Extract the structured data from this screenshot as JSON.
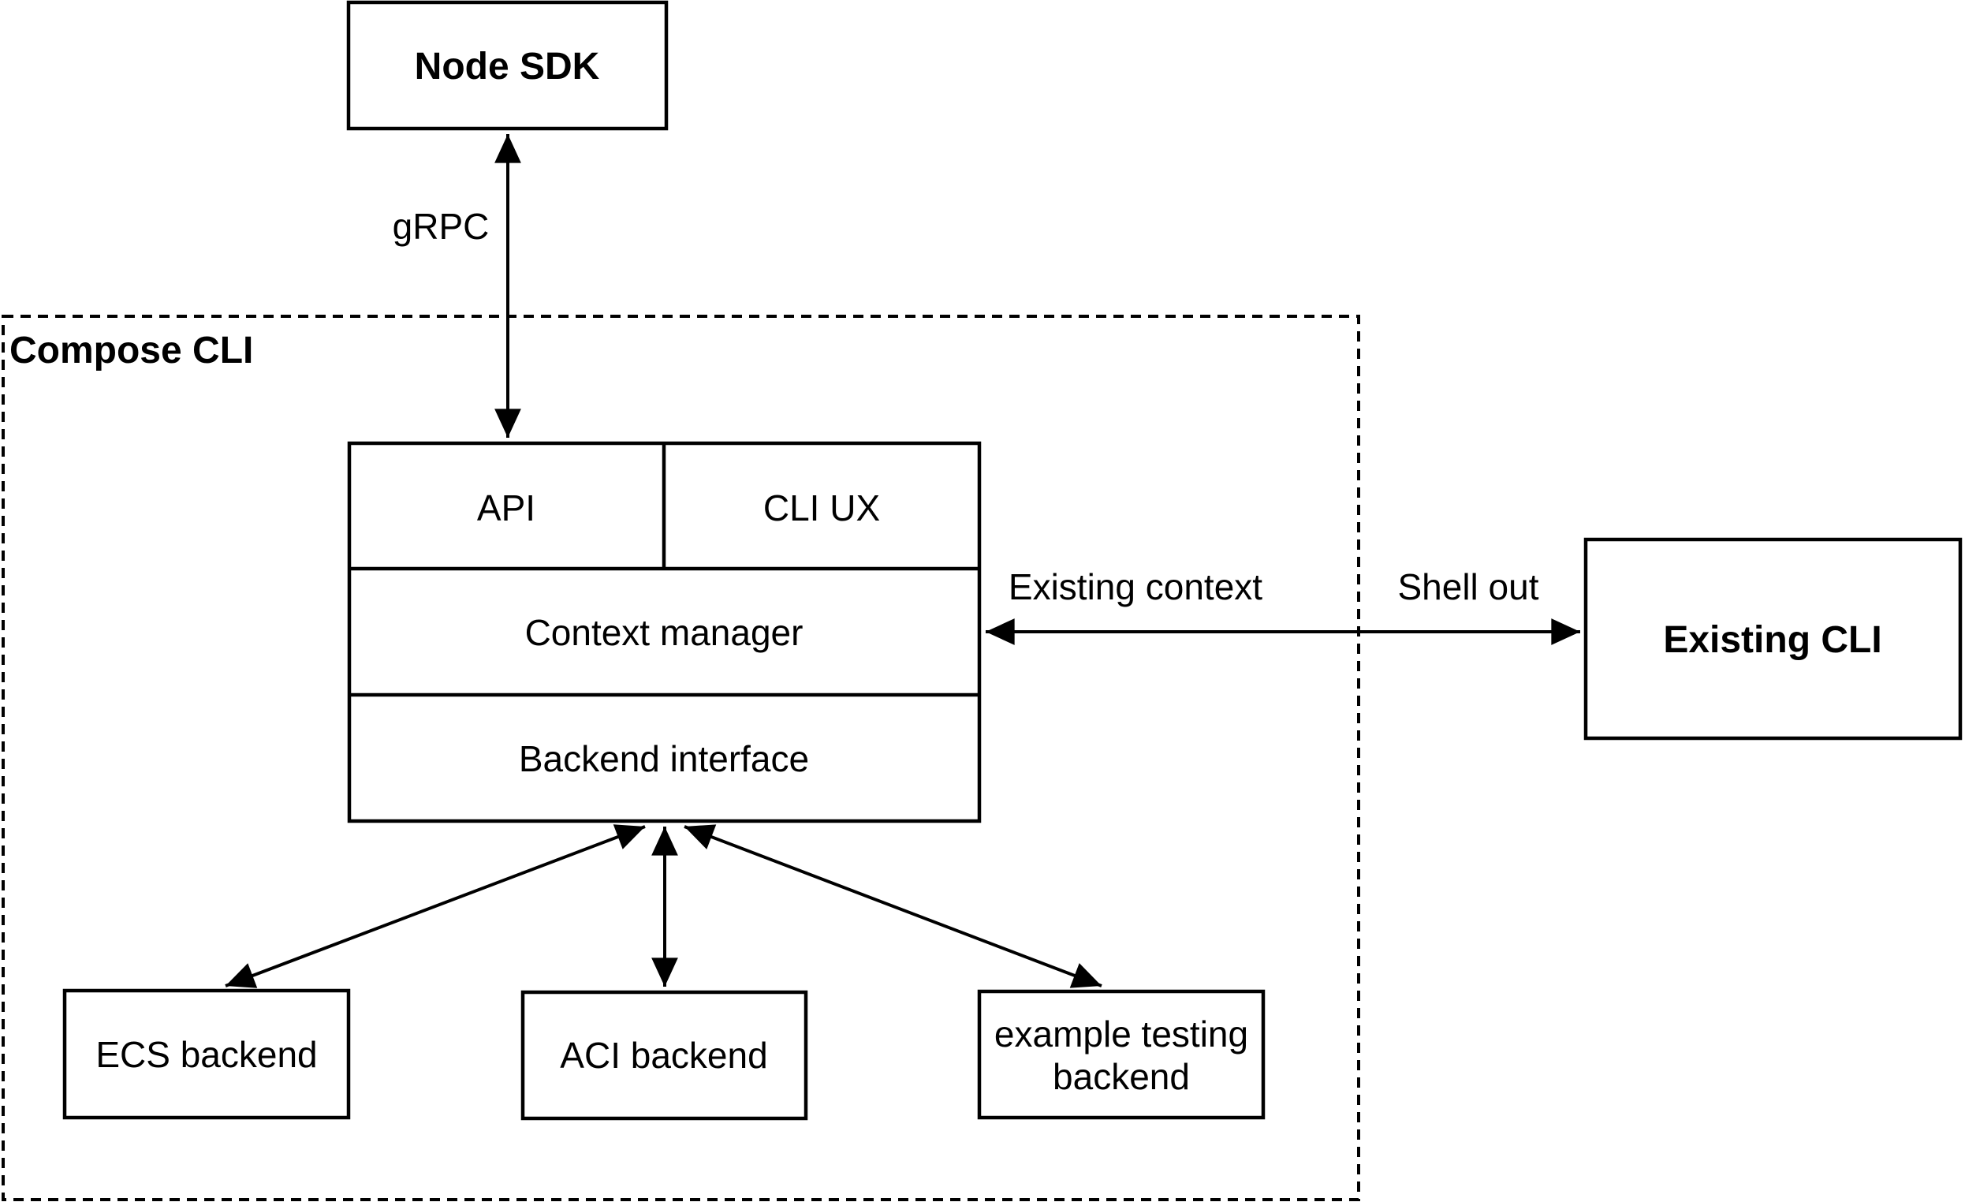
{
  "diagram": {
    "background_color": "#ffffff",
    "stroke_color": "#000000",
    "nodes": {
      "node_sdk": {
        "label": "Node SDK"
      },
      "compose_cli_group": {
        "label": "Compose CLI"
      },
      "api": {
        "label": "API"
      },
      "cli_ux": {
        "label": "CLI UX"
      },
      "context_manager": {
        "label": "Context manager"
      },
      "backend_interface": {
        "label": "Backend interface"
      },
      "existing_cli": {
        "label": "Existing CLI"
      },
      "ecs_backend": {
        "label": "ECS backend"
      },
      "aci_backend": {
        "label": "ACI backend"
      },
      "example_testing_backend": {
        "line1": "example testing",
        "line2": "backend"
      }
    },
    "edges": {
      "grpc": {
        "label": "gRPC"
      },
      "existing_context": {
        "label": "Existing context"
      },
      "shell_out": {
        "label": "Shell out"
      }
    }
  }
}
